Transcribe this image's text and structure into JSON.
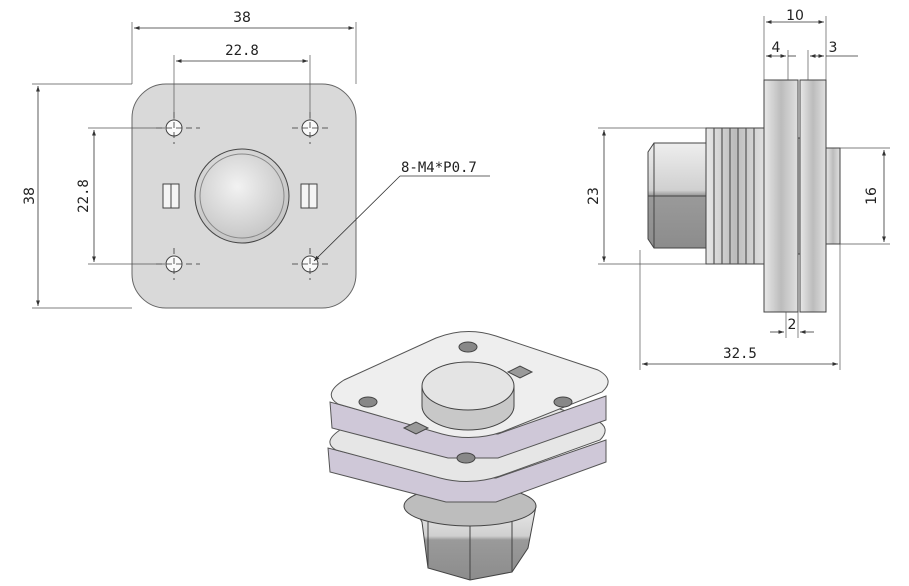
{
  "front_view": {
    "width_dim": "38",
    "hole_spacing_h": "22.8",
    "height_dim": "38",
    "hole_spacing_v": "22.8",
    "thread_callout": "8-M4*P0.7"
  },
  "side_view": {
    "total_thickness": "10",
    "plate_front": "4",
    "plate_back": "3",
    "body_diameter": "23",
    "boss_diameter": "16",
    "gap": "2",
    "overall_length": "32.5"
  },
  "colors": {
    "plate_fill": "#d9d9d9",
    "iso_top": "#eeeeee",
    "iso_side": "#cfc8d8",
    "edge": "#444444"
  }
}
